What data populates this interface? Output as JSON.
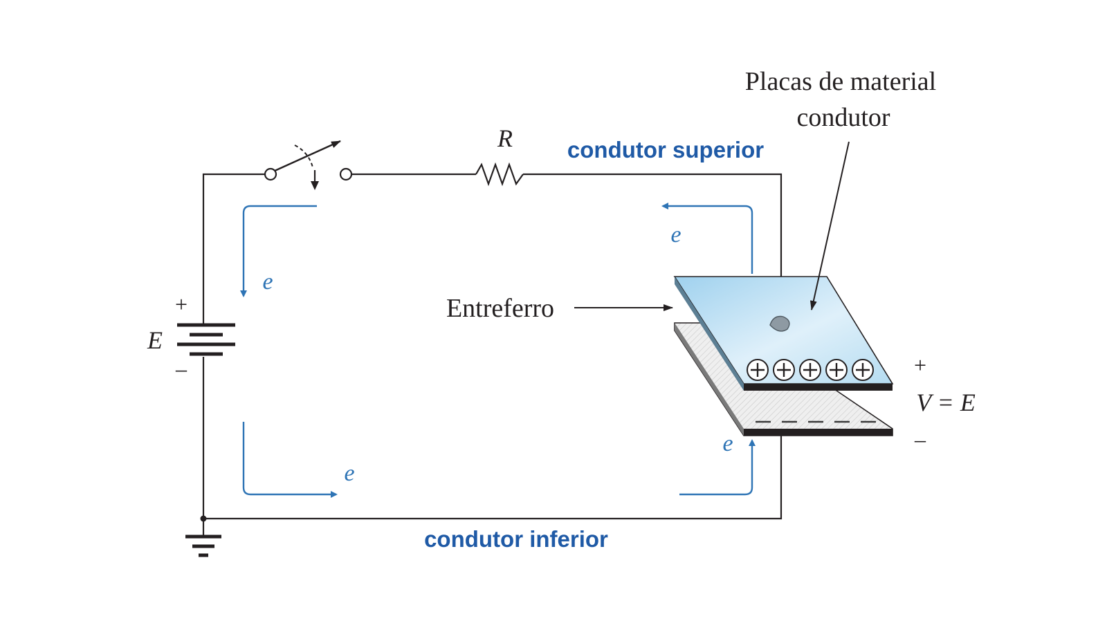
{
  "labels": {
    "title_line1": "Placas de material",
    "title_line2": "condutor",
    "top_conductor": "condutor superior",
    "bottom_conductor": "condutor inferior",
    "resistor": "R",
    "source": "E",
    "source_plus": "+",
    "source_minus": "–",
    "air_gap": "Entreferro",
    "voltage_plus": "+",
    "voltage": "V = E",
    "voltage_minus": "–",
    "electron": "e"
  },
  "colors": {
    "flow_arrows": "#2e74b5",
    "conductor_labels": "#1f5aa6",
    "top_plate": "#bfe0f2",
    "bottom_plate": "#ededed"
  },
  "icons": [
    "switch-icon",
    "resistor-icon",
    "battery-icon",
    "ground-icon",
    "capacitor-plates-icon"
  ]
}
